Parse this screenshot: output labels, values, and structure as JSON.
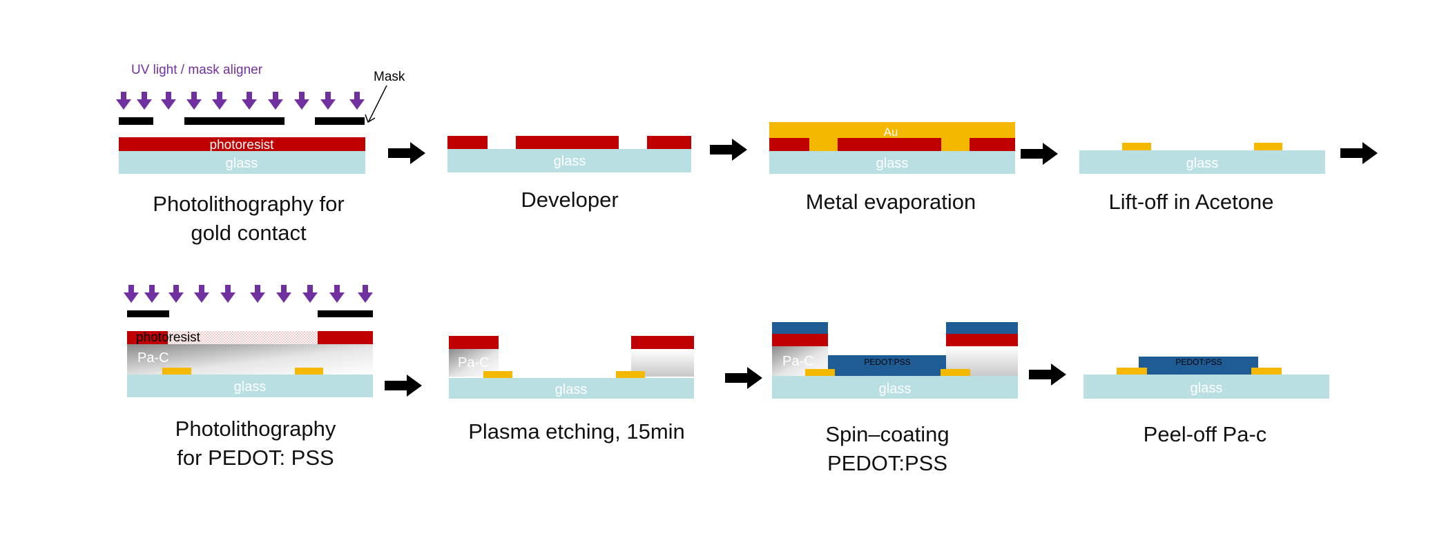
{
  "labels": {
    "uv_light": "UV light / mask aligner",
    "mask": "Mask",
    "photoresist": "photoresist",
    "glass": "glass",
    "au": "Au",
    "pa_c": "Pa-C",
    "pedot_pss": "PEDOT:PSS"
  },
  "steps": [
    {
      "caption": "Photolithography for\ngold contact"
    },
    {
      "caption": "Developer"
    },
    {
      "caption": "Metal evaporation"
    },
    {
      "caption": "Lift-off in Acetone"
    },
    {
      "caption": "Photolithography\nfor PEDOT: PSS"
    },
    {
      "caption": "Plasma etching, 15min"
    },
    {
      "caption": "Spin–coating\nPEDOT:PSS"
    },
    {
      "caption": "Peel-off Pa-c"
    }
  ],
  "colors": {
    "glass": "#b9dfe3",
    "photoresist": "#c00000",
    "gold": "#f5b800",
    "pedot": "#1f5c96",
    "mask": "#000000",
    "uv": "#7030a0",
    "arrow": "#000000"
  }
}
